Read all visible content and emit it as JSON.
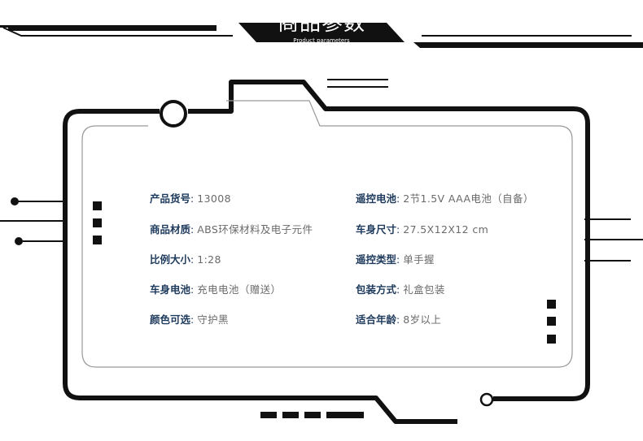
{
  "header": {
    "title": "商品参数",
    "subtitle": "Product parameters"
  },
  "params": {
    "left": [
      {
        "label": "产品货号",
        "value": "13008"
      },
      {
        "label": "商品材质",
        "value": "ABS环保材料及电子元件"
      },
      {
        "label": "比例大小",
        "value": "1:28"
      },
      {
        "label": "车身电池",
        "value": "充电电池（赠送）"
      },
      {
        "label": "颜色可选",
        "value": "守护黑"
      }
    ],
    "right": [
      {
        "label": "遥控电池",
        "value": "2节1.5V AAA电池（自备）"
      },
      {
        "label": "车身尺寸",
        "value": "27.5X12X12 cm"
      },
      {
        "label": "遥控类型",
        "value": "单手握"
      },
      {
        "label": "包装方式",
        "value": "礼盒包装"
      },
      {
        "label": "适合年龄",
        "value": "8岁以上"
      }
    ],
    "separator": ":"
  },
  "colors": {
    "label": "#1e3a5c",
    "value": "#6a6a6a",
    "frame": "#111111",
    "inner_frame": "#999999",
    "background": "#ffffff"
  }
}
